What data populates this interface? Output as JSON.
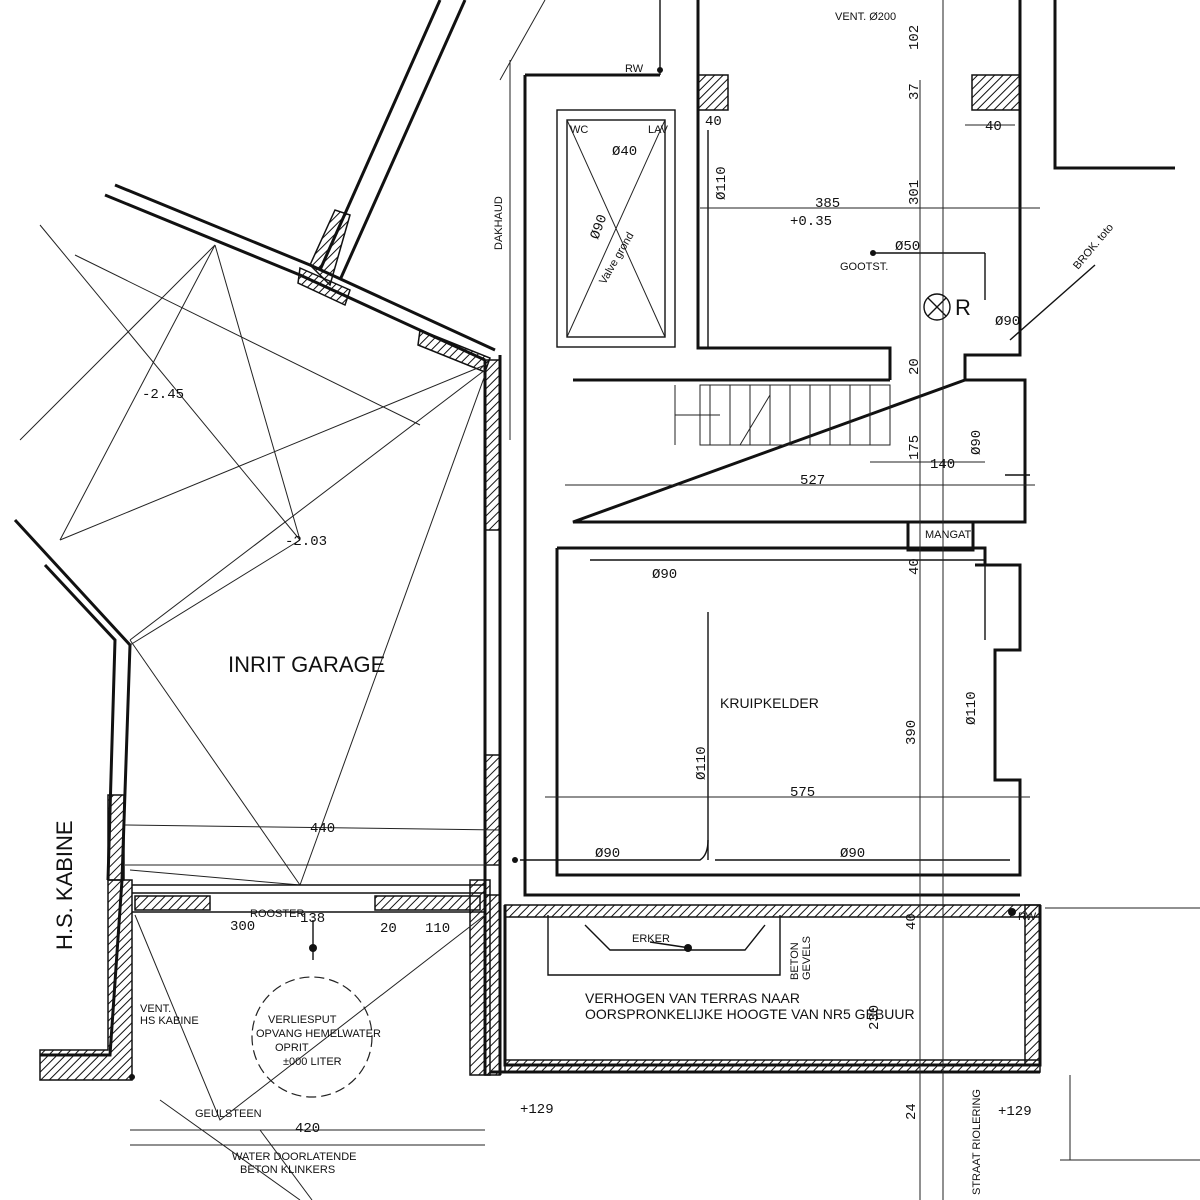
{
  "rooms": {
    "garage": "INRIT GARAGE",
    "cellar": "KRUIPKELDER",
    "bay": "ERKER",
    "hs_cabin": "H.S. KABINE",
    "manhole": "MANGAT"
  },
  "levels": {
    "garage_upper": "-2.45",
    "garage_lower": "-2.03",
    "ground": "+0.35",
    "terrace_left": "+129",
    "terrace_right": "+129"
  },
  "dimensions": {
    "garage_width": "440",
    "grid_width": "300",
    "grid_gap": "138",
    "grid_a": "20",
    "grid_b": "110",
    "bottom_width": "420",
    "stair_width": "527",
    "stair_depth": "175",
    "stair_right": "140",
    "cellar_width": "575",
    "cellar_depth": "390",
    "upper_width": "385",
    "upper_depth": "301",
    "upper_small": "37",
    "upper_top": "102",
    "wall_a": "40",
    "wall_b": "40",
    "step_h": "20",
    "mangat_h": "40",
    "terrace_h": "230",
    "terrace_w": "40",
    "bottom_right": "24"
  },
  "pipes": {
    "p40": "Ø40",
    "p110_top": "Ø110",
    "p90_diag": "Ø90",
    "p50": "Ø50",
    "p90_right": "Ø90",
    "p90_stair": "Ø90",
    "p90_cellar": "Ø90",
    "p110_cellar": "Ø110",
    "p110_right": "Ø110",
    "p90_bot_left": "Ø90",
    "p90_bot_right": "Ø90",
    "vent": "VENT. Ø200"
  },
  "labels": {
    "party_wall": "DAKHAUD",
    "wc": "WC",
    "lav": "LAV",
    "rw_top": "RW",
    "rw_bottom": "RW",
    "gully": "GOOTST.",
    "r_mark": "R",
    "valve": "Valve grond",
    "fresh_pipe": "BROK. toto",
    "grid": "ROOSTER",
    "vent_cabin_1": "VENT.",
    "vent_cabin_2": "HS KABINE",
    "gutter": "GEULSTEEN",
    "concrete_edge_1": "BETON",
    "concrete_edge_2": "GEVELS",
    "sewer": "STRAAT RIOLERING",
    "cistern_1": "VERLIESPUT",
    "cistern_2": "OPVANG HEMELWATER",
    "cistern_3": "OPRIT",
    "cistern_4": "±000 LITER",
    "terrace_1": "VERHOGEN VAN TERRAS NAAR",
    "terrace_2": "OORSPRONKELIJKE HOOGTE VAN NR5 GEBUUR",
    "pavers_1": "WATER DOORLATENDE",
    "pavers_2": "BETON KLINKERS"
  }
}
